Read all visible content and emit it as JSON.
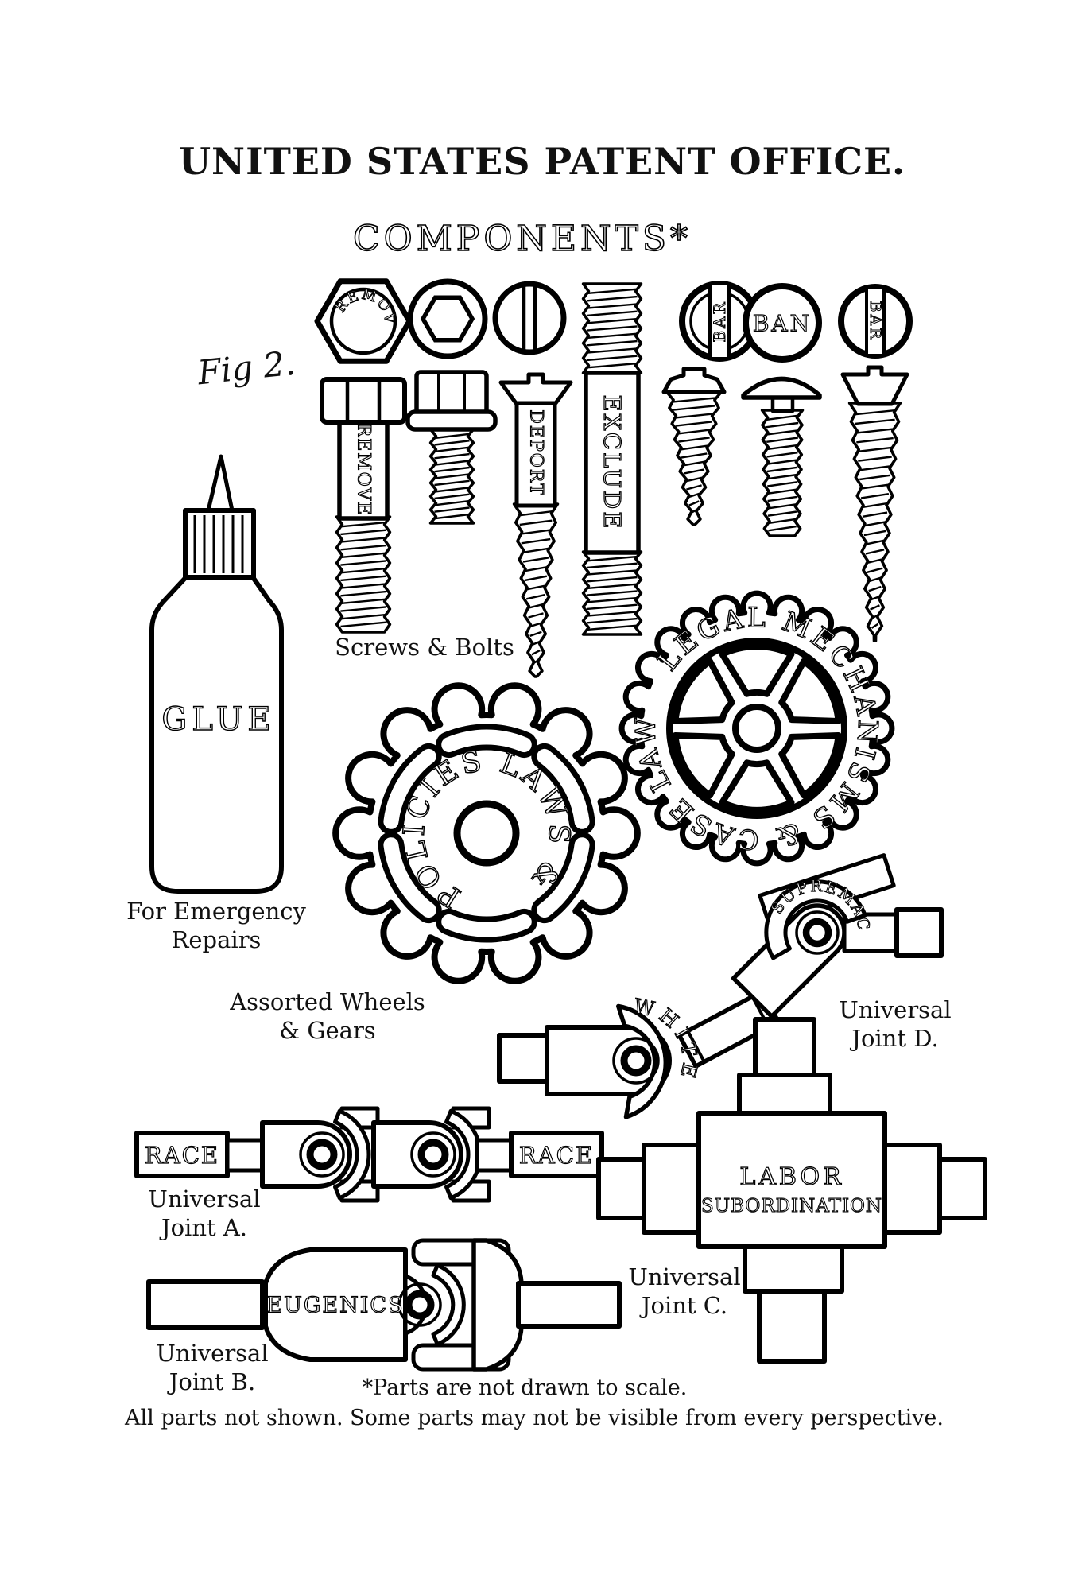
{
  "header": {
    "title": "UNITED STATES PATENT OFFICE.",
    "subtitle": "COMPONENTS*",
    "fig_label": "Fig 2."
  },
  "fasteners": {
    "caption": "Screws & Bolts",
    "hex_head_label": "REMOVE",
    "slot_left_label": "BAR",
    "ban_label": "BAN",
    "slot_right_label": "BAR",
    "hex_bolt_label": "REMOVE",
    "flat_screw_label": "DEPORT",
    "stud_label": "EXCLUDE"
  },
  "glue": {
    "label": "GLUE",
    "caption_line1": "For Emergency",
    "caption_line2": "Repairs"
  },
  "gears": {
    "caption_line1": "Assorted Wheels",
    "caption_line2": "& Gears",
    "left_gear_ring_text": "POLICIES LAWS &",
    "right_gear_ring_text": "LEGAL MECHANISMS & CASE LAW"
  },
  "joints": {
    "a": {
      "left_shaft_label": "RACE",
      "right_shaft_label": "RACE",
      "caption_line1": "Universal",
      "caption_line2": "Joint A."
    },
    "b": {
      "body_label": "EUGENICS",
      "caption_line1": "Universal",
      "caption_line2": "Joint B."
    },
    "c": {
      "label_line1": "LABOR",
      "label_line2": "SUBORDINATION",
      "caption_line1": "Universal",
      "caption_line2": "Joint C."
    },
    "d": {
      "fork_label": "WHITE",
      "band_label": "SUPREMACY",
      "caption_line1": "Universal",
      "caption_line2": "Joint D."
    }
  },
  "footnotes": {
    "line1": "*Parts are not drawn to scale.",
    "line2": "All parts not shown. Some parts may not be visible from every perspective."
  },
  "colors": {
    "ink": "#111111",
    "paper": "#ffffff"
  }
}
